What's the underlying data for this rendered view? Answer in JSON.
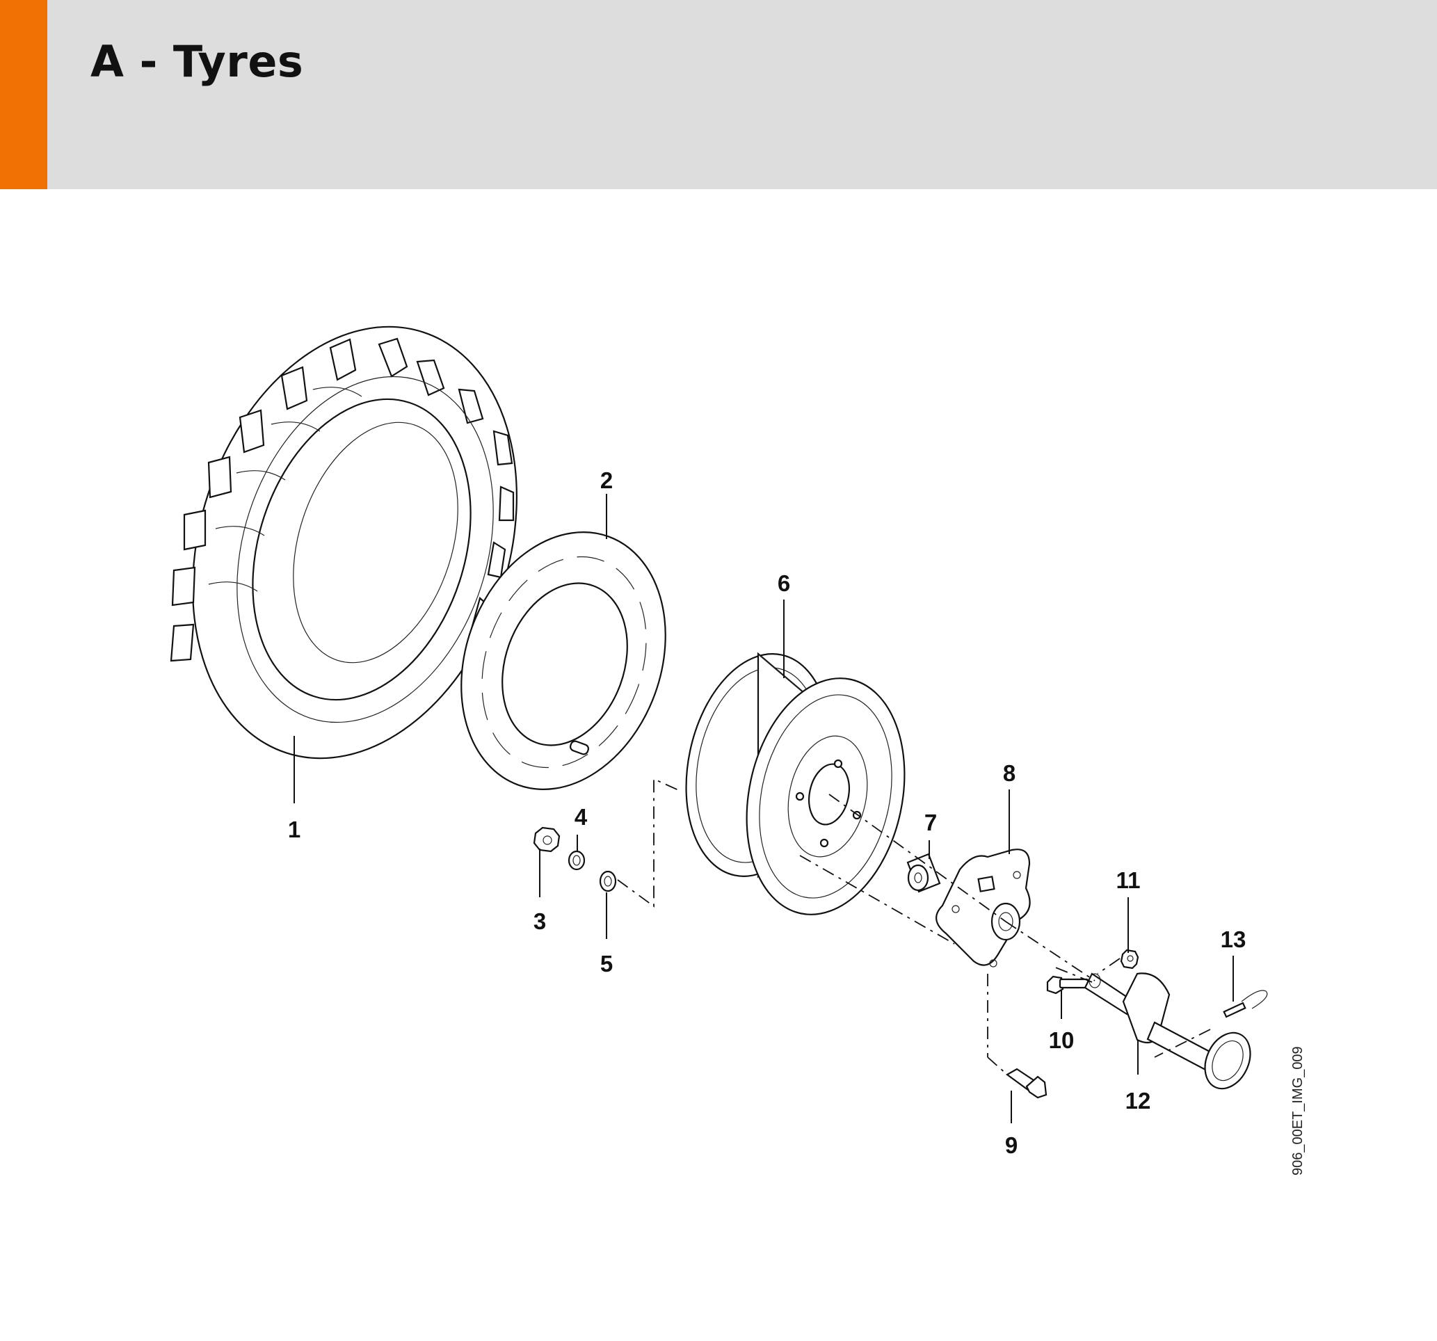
{
  "header": {
    "title": "A - Tyres",
    "accent_color": "#f07104",
    "background_color": "#dcdddc"
  },
  "diagram": {
    "callouts": [
      {
        "id": "1",
        "label": "1"
      },
      {
        "id": "2",
        "label": "2"
      },
      {
        "id": "3",
        "label": "3"
      },
      {
        "id": "4",
        "label": "4"
      },
      {
        "id": "5",
        "label": "5"
      },
      {
        "id": "6",
        "label": "6"
      },
      {
        "id": "7",
        "label": "7"
      },
      {
        "id": "8",
        "label": "8"
      },
      {
        "id": "9",
        "label": "9"
      },
      {
        "id": "10",
        "label": "10"
      },
      {
        "id": "11",
        "label": "11"
      },
      {
        "id": "12",
        "label": "12"
      },
      {
        "id": "13",
        "label": "13"
      }
    ],
    "image_reference": "906_00ET_IMG_009"
  }
}
